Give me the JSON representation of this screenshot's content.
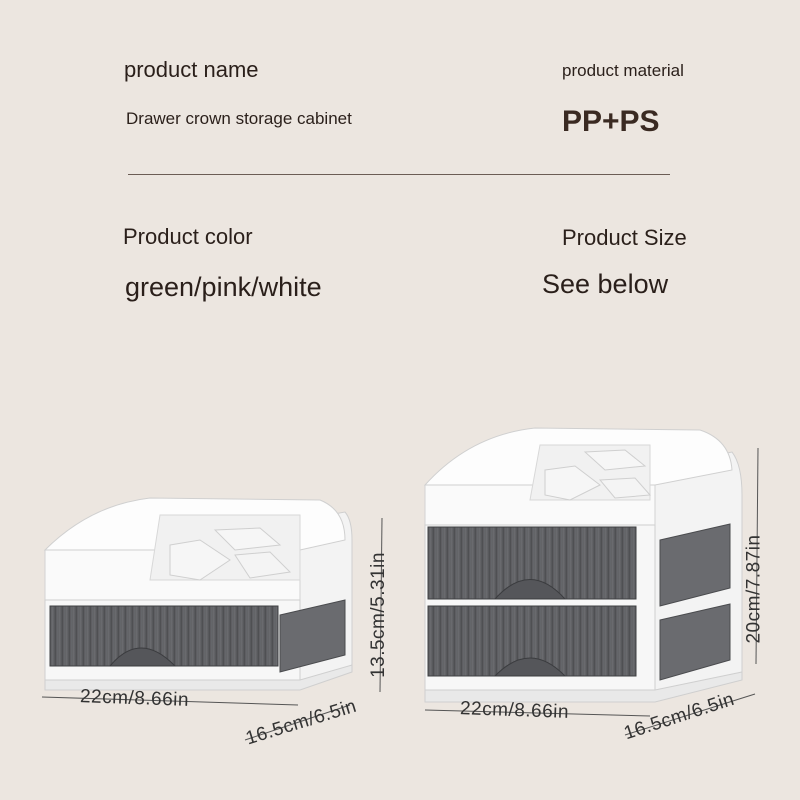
{
  "info": {
    "name_heading": "product name",
    "name_value": "Drawer crown storage cabinet",
    "material_heading": "product material",
    "material_value": "PP+PS",
    "color_heading": "Product color",
    "color_value": "green/pink/white",
    "size_heading": "Product Size",
    "size_value": "See below"
  },
  "small_cabinet": {
    "width_label": "22cm/8.66in",
    "depth_label": "16.5cm/6.5in",
    "height_label": "13.5cm/5.31in"
  },
  "large_cabinet": {
    "width_label": "22cm/8.66in",
    "depth_label": "16.5cm/6.5in",
    "height_label": "20cm/7.87in"
  },
  "colors": {
    "background": "#ece6e0",
    "cabinet_white": "#f8f8f8",
    "drawer_smoke": "#5f6063"
  }
}
